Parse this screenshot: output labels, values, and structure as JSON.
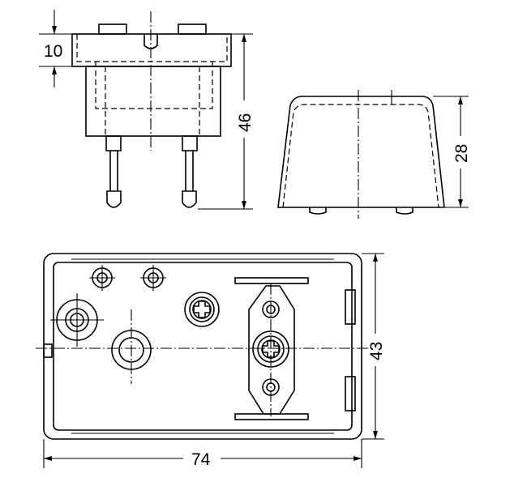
{
  "dimensions": {
    "flange_height": "10",
    "overall_height": "46",
    "side_height": "28",
    "width": "74",
    "depth": "43"
  },
  "colors": {
    "ink": "#000000",
    "paper": "#ffffff"
  }
}
